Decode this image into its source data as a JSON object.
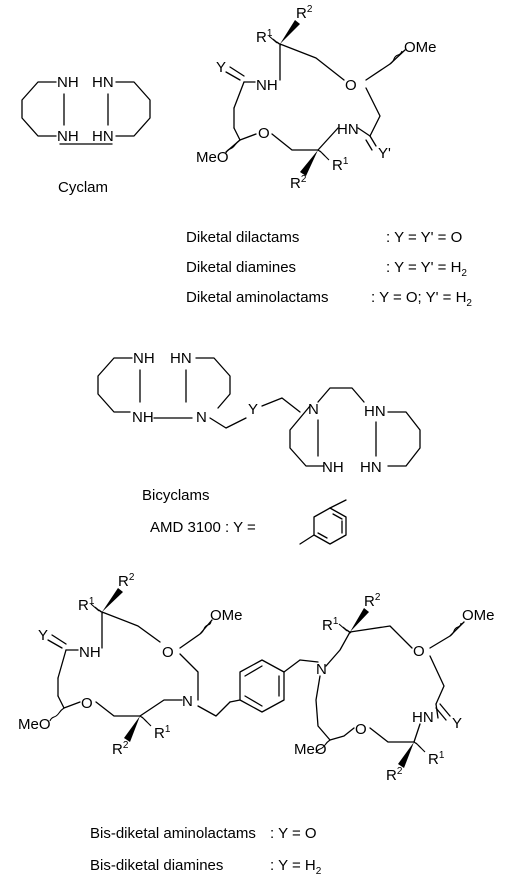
{
  "cyclam": {
    "atoms": {
      "nh_tl": "NH",
      "hn_tr": "HN",
      "nh_bl": "NH",
      "hn_br": "HN"
    },
    "caption": "Cyclam"
  },
  "diketal": {
    "atoms": {
      "r2_top": "R",
      "r2_top_sup": "2",
      "r1_top": "R",
      "r1_top_sup": "1",
      "y": "Y",
      "nh": "NH",
      "o_top": "O",
      "ome_top": "OMe",
      "o_bot": "O",
      "hn": "HN",
      "y_prime": "Y'",
      "meo": "MeO",
      "r2_bot": "R",
      "r2_bot_sup": "2",
      "r1_bot": "R",
      "r1_bot_sup": "1"
    },
    "defs": [
      {
        "name": "Diketal dilactams",
        "eq": ": Y = Y' = O",
        "sub": ""
      },
      {
        "name": "Diketal diamines",
        "eq": ": Y = Y' = H",
        "sub": "2"
      },
      {
        "name": "Diketal aminolactams",
        "eq": ": Y = O; Y' = H",
        "sub": "2"
      }
    ]
  },
  "bicyclam": {
    "atoms": {
      "nh_a": "NH",
      "hn_a": "HN",
      "nh_b": "NH",
      "n_a": "N",
      "y": "Y",
      "n_b": "N",
      "hn_b": "HN",
      "nh_c": "NH",
      "hn_c": "HN"
    },
    "caption": "Bicyclams",
    "amd": "AMD 3100 :  Y  ="
  },
  "bis": {
    "atoms": {
      "r2_a": "R",
      "r2_a_sup": "2",
      "r1_a": "R",
      "r1_a_sup": "1",
      "y_a": "Y",
      "nh_a": "NH",
      "o_a": "O",
      "ome_a": "OMe",
      "meo_a": "MeO",
      "o_b": "O",
      "n_a": "N",
      "r2_b": "R",
      "r2_b_sup": "2",
      "r1_b": "R",
      "r1_b_sup": "1",
      "r2_c": "R",
      "r2_c_sup": "2",
      "r1_c": "R",
      "r1_c_sup": "1",
      "n_b": "N",
      "o_c": "O",
      "ome_c": "OMe",
      "meo_b": "MeO",
      "o_d": "O",
      "hn_d": "HN",
      "y_b": "Y",
      "r2_d": "R",
      "r2_d_sup": "2",
      "r1_d": "R",
      "r1_d_sup": "1"
    },
    "defs": [
      {
        "name": "Bis-diketal aminolactams",
        "eq": ": Y  = O",
        "sub": ""
      },
      {
        "name": "Bis-diketal diamines",
        "eq": ": Y = H",
        "sub": "2"
      }
    ]
  }
}
